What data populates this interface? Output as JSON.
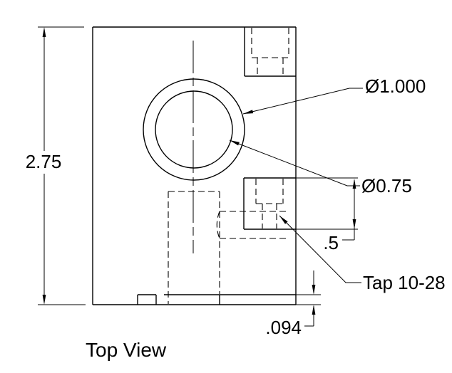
{
  "view": {
    "title": "Top View"
  },
  "labels": {
    "overall_height": "2.75",
    "outer_diameter": "Ø1.000",
    "inner_diameter": "Ø0.75",
    "boss_height": ".5",
    "step_height": ".094",
    "tap_note": "Tap 10-28"
  },
  "colors": {
    "line": "#000000",
    "background": "#ffffff"
  }
}
